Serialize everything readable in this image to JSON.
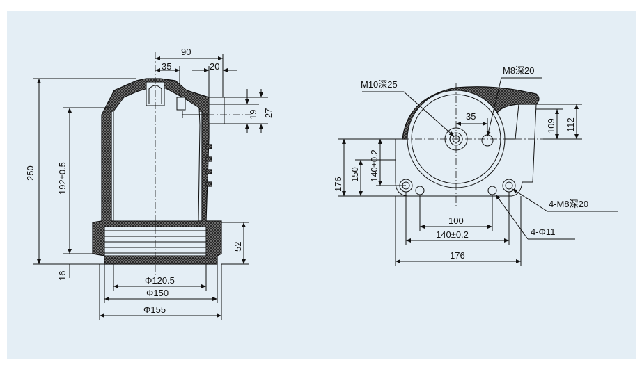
{
  "colors": {
    "panel": "#e4eef5",
    "line": "#111111",
    "hatch_bg": "#2a2a2a",
    "hatch_dot": "#cfcfcf"
  },
  "front_view": {
    "dim_90": "90",
    "dim_35": "35",
    "dim_20": "20",
    "dim_19": "19",
    "dim_27": "27",
    "dim_250": "250",
    "dim_192": "192±0.5",
    "dim_52": "52",
    "dim_16": "16",
    "dim_d120": "Φ120.5",
    "dim_d150": "Φ150",
    "dim_d155": "Φ155"
  },
  "top_view": {
    "label_m10": "M10深25",
    "label_m8": "M8深20",
    "dim_35": "35",
    "dim_109": "109",
    "dim_112": "112",
    "dim_140v": "140±0.2",
    "dim_150": "150",
    "dim_176v": "176",
    "dim_100": "100",
    "dim_140h": "140±0.2",
    "dim_176h": "176",
    "label_4m8": "4-M8深20",
    "label_4phi": "4-Φ11"
  }
}
